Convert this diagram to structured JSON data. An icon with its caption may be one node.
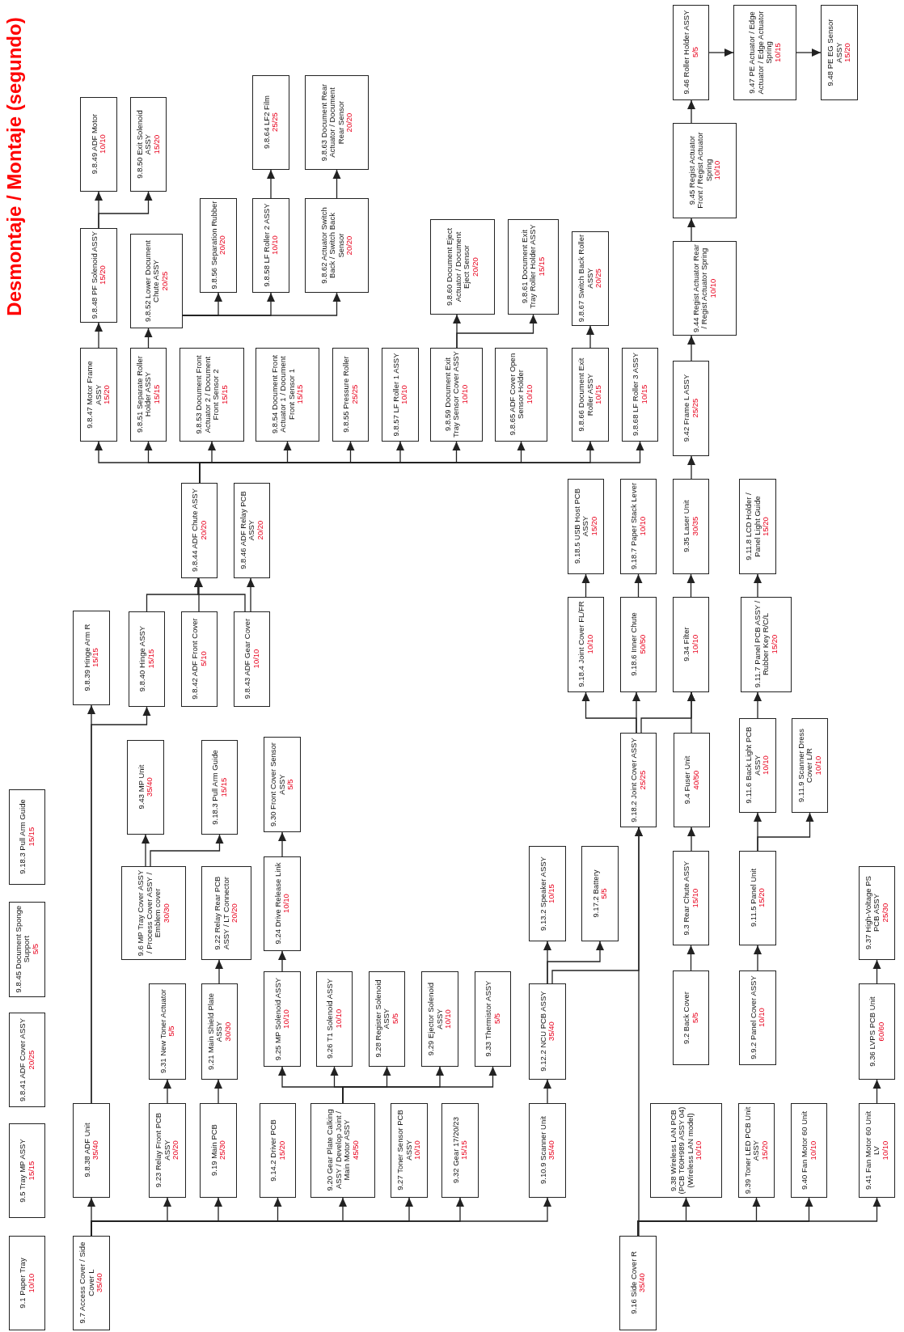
{
  "diagram": {
    "title": "Desmontaje / Montaje (segundo)",
    "nodes": [
      {
        "text": [
          "9.8.49 ADF Motor",
          "10/10"
        ]
      },
      {
        "text": [
          "9.8.50 Exit Solenoid ASSY",
          "15/20"
        ]
      },
      {
        "text": [
          "9.8.64 LF2 Film",
          "25/25"
        ]
      },
      {
        "text": [
          "9.8.63 Document Rear Actuator / Document Rear Sensor",
          "20/20"
        ]
      },
      {
        "text": [
          "9.46 Roller Holder ASSY",
          "5/5"
        ]
      },
      {
        "text": [
          "9.47 PE Actuator / Edge Actuator / Edge Actuator Spring",
          "10/15"
        ]
      },
      {
        "text": [
          "9.48 PE EG Sensor ASSY",
          "15/20"
        ]
      },
      {
        "text": [
          "9.45 Regist Actuator Front / Regist Actuator Spring",
          "10/10"
        ]
      },
      {
        "text": [
          "9.8.48 PF Solenoid ASSY",
          "15/20"
        ]
      },
      {
        "text": [
          "9.8.52 Lower Document Chute ASSY",
          "20/25"
        ]
      },
      {
        "text": [
          "9.8.56 Separation Rubber",
          "20/20"
        ]
      },
      {
        "text": [
          "9.8.58 LF Roller 2 ASSY",
          "10/10"
        ]
      },
      {
        "text": [
          "9.8.62 Actuator Switch Back / Switch Back Sensor",
          "20/20"
        ]
      },
      {
        "text": [
          "9.8.60 Document Eject Actuator / Document Eject Sensor",
          "20/20"
        ]
      },
      {
        "text": [
          "9.8.61 Document Exit Tray Roller Holder ASSY",
          "15/15"
        ]
      },
      {
        "text": [
          "9.8.67 Switch Back Roller ASSY",
          "20/25"
        ]
      },
      {
        "text": [
          "9.44 Regist Actuator Rear / Regist Actuator Spring",
          "10/10"
        ]
      },
      {
        "text": [
          "9.8.47 Motor Frame ASSY",
          "15/20"
        ]
      },
      {
        "text": [
          "9.8.51 Separate Roller Holder ASSY",
          "15/15"
        ]
      },
      {
        "text": [
          "9.8.53 Document Front Actuator 2 / Document Front Sensor 2",
          "15/15"
        ]
      },
      {
        "text": [
          "9.8.54 Document Front Actuator 1 / Document Front Sensor 1",
          "15/15"
        ]
      },
      {
        "text": [
          "9.8.55 Pressure Roller",
          "25/25"
        ]
      },
      {
        "text": [
          "9.8.57 LF Roller 1 ASSY",
          "10/10"
        ]
      },
      {
        "text": [
          "9.8.59 Document Exit Tray Sensor Cover ASSY",
          "10/10"
        ]
      },
      {
        "text": [
          "9.8.65 ADF Cover Open Sensor Holder",
          "10/10"
        ]
      },
      {
        "text": [
          "9.8.66 Document Exit Roller ASSY",
          "10/15"
        ]
      },
      {
        "text": [
          "9.8.68 LF Roller 3 ASSY",
          "10/15"
        ]
      },
      {
        "text": [
          "9.42 Frame L ASSY",
          "25/25"
        ]
      },
      {
        "text": [
          "9.8.44 ADF Chute ASSY",
          "20/20"
        ]
      },
      {
        "text": [
          "9.8.46 ADF Relay PCB ASSY",
          "20/20"
        ]
      },
      {
        "text": [
          "9.18.5 USB Host PCB ASSY",
          "15/20"
        ]
      },
      {
        "text": [
          "9.18.7 Paper Stack Lever",
          "10/10"
        ]
      },
      {
        "text": [
          "9.35 Laser Unit",
          "30/35"
        ]
      },
      {
        "text": [
          "9.11.8 LCD Holder / Panel Light Guide",
          "15/20"
        ]
      },
      {
        "text": [
          "9.8.39 Hinge Arm R",
          "15/15"
        ]
      },
      {
        "text": [
          "9.8.40 Hinge ASSY",
          "15/15"
        ]
      },
      {
        "text": [
          "9.8.42 ADF Front Cover",
          "5/10"
        ]
      },
      {
        "text": [
          "9.8.43 ADF Gear Cover",
          "10/10"
        ]
      },
      {
        "text": [
          "9.18.4 Joint Cover FL/FR",
          "10/10"
        ]
      },
      {
        "text": [
          "9.18.6 Inner Chute",
          "50/50"
        ]
      },
      {
        "text": [
          "9.34 Filter",
          "10/10"
        ]
      },
      {
        "text": [
          "9.11.7 Panel PCB ASSY / Rubber Key R/C/L",
          "15/20"
        ]
      },
      {
        "text": [
          "9.43 MP Unit",
          "35/40"
        ]
      },
      {
        "text": [
          "9.18.3 Pull Arm Guide",
          "15/15"
        ]
      },
      {
        "text": [
          "9.30 Front Cover Sensor ASSY",
          "5/5"
        ]
      },
      {
        "text": [
          "9.18.2 Joint Cover ASSY",
          "25/25"
        ]
      },
      {
        "text": [
          "9.4 Fuser Unit",
          "40/50"
        ]
      },
      {
        "text": [
          "9.11.6 Back Light PCB ASSY",
          "10/10"
        ]
      },
      {
        "text": [
          "9.11.9 Scanner Dress Cover L/R",
          "10/10"
        ]
      },
      {
        "text": [
          "9.18.3 Pull Arm Guide",
          "15/15"
        ]
      },
      {
        "text": [
          "9.13.2 Speaker ASSY",
          "10/15"
        ]
      },
      {
        "text": [
          "9.17.2 Battery",
          "5/5"
        ]
      },
      {
        "text": [
          "9.3 Rear Chute ASSY",
          "15/10"
        ]
      },
      {
        "text": [
          "9.11.5 Panel Unit",
          "15/20"
        ]
      },
      {
        "text": [
          "9.6 MP Tray Cover ASSY / Process Cover ASSY / Emblem cover",
          "30/30"
        ]
      },
      {
        "text": [
          "9.22 Relay Rear PCB ASSY / LT Connector",
          "20/20"
        ]
      },
      {
        "text": [
          "9.24 Drive Release Link",
          "10/10"
        ]
      },
      {
        "text": [
          "9.37 High-Voltage PS PCB ASSY",
          "25/30"
        ]
      },
      {
        "text": [
          "9.8.45 Document Sponge Support",
          "5/5"
        ]
      },
      {
        "text": [
          "9.31 New Toner Actuator",
          "5/5"
        ]
      },
      {
        "text": [
          "9.21 Main Shield Plate ASSY",
          "30/30"
        ]
      },
      {
        "text": [
          "9.25 MP Solenoid ASSY",
          "10/10"
        ]
      },
      {
        "text": [
          "9.26 T1 Solenoid ASSY",
          "10/10"
        ]
      },
      {
        "text": [
          "9.28 Register Solenoid ASSY",
          "5/5"
        ]
      },
      {
        "text": [
          "9.29 Ejector Solenoid ASSY",
          "10/10"
        ]
      },
      {
        "text": [
          "9.33 Thermistor ASSY",
          "5/5"
        ]
      },
      {
        "text": [
          "9.12.2 NCU PCB ASSY",
          "35/40"
        ]
      },
      {
        "text": [
          "9.2 Back Cover",
          "5/5"
        ]
      },
      {
        "text": [
          "9.9.2 Panel Cover ASSY",
          "10/10"
        ]
      },
      {
        "text": [
          "9.36 LVPS PCB Unit",
          "60/60"
        ]
      },
      {
        "text": [
          "9.8.41 ADF Cover ASSY",
          "20/25"
        ]
      },
      {
        "text": [
          "9.5 Tray MP ASSY",
          "15/15"
        ]
      },
      {
        "text": [
          "9.8.38 ADF Unit",
          "35/40"
        ]
      },
      {
        "text": [
          "9.23 Relay Front PCB ASSY",
          "20/20"
        ]
      },
      {
        "text": [
          "9.19 Main PCB",
          "25/30"
        ]
      },
      {
        "text": [
          "9.14.2 Driver PCB",
          "15/20"
        ]
      },
      {
        "text": [
          "9.20 Gear Plate Calking ASSY / Develop Joint / Main Motor ASSY",
          "45/50"
        ]
      },
      {
        "text": [
          "9.27 Toner Sensor PCB ASSY",
          "10/10"
        ]
      },
      {
        "text": [
          "9.32 Gear 17/20/23",
          "15/15"
        ]
      },
      {
        "text": [
          "9.10.9 Scanner Unit",
          "35/40"
        ]
      },
      {
        "text": [
          "9.38 Wireless LAN PCB (PCB T60H989 ASSY 04) (Wireless LAN model)",
          "10/10"
        ]
      },
      {
        "text": [
          "9.39 Toner LED PCB Unit ASSY",
          "15/20"
        ]
      },
      {
        "text": [
          "9.40 Fan Motor 60 Unit",
          "10/10"
        ]
      },
      {
        "text": [
          "9.41 Fan Motor 60 Unit LV",
          "10/10"
        ]
      },
      {
        "text": [
          "9.1 Paper Tray",
          "10/10"
        ]
      },
      {
        "text": [
          "9.7 Access Cover / Side Cover L",
          "35/40"
        ]
      },
      {
        "text": [
          "9.16 Side Cover R",
          "35/40"
        ]
      }
    ],
    "edges": [
      {
        "from": 17,
        "to": 8,
        "arrow": "to"
      },
      {
        "from": 8,
        "to": 0,
        "arrow": "to"
      },
      {
        "from": 8,
        "to": 1,
        "arrow": "to"
      },
      {
        "from": 18,
        "to": 9,
        "arrow": "to"
      },
      {
        "from": 9,
        "to": 10,
        "arrow": "to"
      },
      {
        "from": 9,
        "to": 11,
        "arrow": "to"
      },
      {
        "from": 9,
        "to": 12,
        "arrow": "to"
      },
      {
        "from": 11,
        "to": 2,
        "arrow": "to"
      },
      {
        "from": 12,
        "to": 3,
        "arrow": "to"
      },
      {
        "from": 23,
        "to": 13,
        "arrow": "to"
      },
      {
        "from": 23,
        "to": 14,
        "arrow": "to"
      },
      {
        "from": 25,
        "to": 15,
        "arrow": "to"
      },
      {
        "from": 28,
        "to": 17,
        "arrow": "to"
      },
      {
        "from": 28,
        "to": 18,
        "arrow": "to"
      },
      {
        "from": 28,
        "to": 19,
        "arrow": "to"
      },
      {
        "from": 28,
        "to": 20,
        "arrow": "to"
      },
      {
        "from": 28,
        "to": 21,
        "arrow": "to"
      },
      {
        "from": 28,
        "to": 22,
        "arrow": "to"
      },
      {
        "from": 28,
        "to": 23,
        "arrow": "to"
      },
      {
        "from": 28,
        "to": 24,
        "arrow": "to"
      },
      {
        "from": 28,
        "to": 25,
        "arrow": "to"
      },
      {
        "from": 28,
        "to": 26,
        "arrow": "to"
      },
      {
        "from": 35,
        "to": 28,
        "arrow": "to"
      },
      {
        "from": 36,
        "to": 28,
        "arrow": "to"
      },
      {
        "from": 37,
        "to": 28,
        "arrow": "to"
      },
      {
        "from": 37,
        "to": 29,
        "arrow": "to"
      },
      {
        "from": 72,
        "to": 34,
        "arrow": "to"
      },
      {
        "from": 72,
        "to": 35,
        "arrow": "to"
      },
      {
        "from": 54,
        "to": 42,
        "arrow": "to"
      },
      {
        "from": 54,
        "to": 43,
        "arrow": "to"
      },
      {
        "from": 73,
        "to": 59,
        "arrow": "to"
      },
      {
        "from": 74,
        "to": 60,
        "arrow": "to"
      },
      {
        "from": 60,
        "to": 55,
        "arrow": "to"
      },
      {
        "from": 61,
        "to": 56,
        "arrow": "to"
      },
      {
        "from": 56,
        "to": 44,
        "arrow": "to"
      },
      {
        "from": 76,
        "to": 61,
        "arrow": "to"
      },
      {
        "from": 76,
        "to": 62,
        "arrow": "to"
      },
      {
        "from": 76,
        "to": 63,
        "arrow": "to"
      },
      {
        "from": 76,
        "to": 64,
        "arrow": "to"
      },
      {
        "from": 76,
        "to": 65,
        "arrow": "to"
      },
      {
        "from": 85,
        "to": 72,
        "arrow": "to"
      },
      {
        "from": 85,
        "to": 73,
        "arrow": "to"
      },
      {
        "from": 85,
        "to": 74,
        "arrow": "to"
      },
      {
        "from": 85,
        "to": 75,
        "arrow": "to"
      },
      {
        "from": 85,
        "to": 76,
        "arrow": "to"
      },
      {
        "from": 85,
        "to": 77,
        "arrow": "to"
      },
      {
        "from": 85,
        "to": 78,
        "arrow": "to"
      },
      {
        "from": 85,
        "to": 79,
        "arrow": "to"
      },
      {
        "from": 79,
        "to": 66,
        "arrow": "to"
      },
      {
        "from": 66,
        "to": 50,
        "arrow": "to"
      },
      {
        "from": 66,
        "to": 51,
        "arrow": "to"
      },
      {
        "from": 66,
        "to": 45,
        "arrow": "to"
      },
      {
        "from": 86,
        "to": 45,
        "arrow": "to"
      },
      {
        "from": 86,
        "to": 80,
        "arrow": "to"
      },
      {
        "from": 86,
        "to": 81,
        "arrow": "to"
      },
      {
        "from": 86,
        "to": 82,
        "arrow": "to"
      },
      {
        "from": 86,
        "to": 83,
        "arrow": "to"
      },
      {
        "from": 83,
        "to": 69,
        "arrow": "to"
      },
      {
        "from": 69,
        "to": 57,
        "arrow": "to"
      },
      {
        "from": 67,
        "to": 52,
        "arrow": "to"
      },
      {
        "from": 52,
        "to": 46,
        "arrow": "to"
      },
      {
        "from": 46,
        "to": 40,
        "arrow": "to"
      },
      {
        "from": 45,
        "to": 38,
        "arrow": "to"
      },
      {
        "from": 45,
        "to": 39,
        "arrow": "to"
      },
      {
        "from": 45,
        "to": 40,
        "arrow": "to"
      },
      {
        "from": 38,
        "to": 30,
        "arrow": "to"
      },
      {
        "from": 39,
        "to": 31,
        "arrow": "to"
      },
      {
        "from": 40,
        "to": 32,
        "arrow": "to"
      },
      {
        "from": 32,
        "to": 27,
        "arrow": "to"
      },
      {
        "from": 27,
        "to": 16,
        "arrow": "to"
      },
      {
        "from": 16,
        "to": 7,
        "arrow": "to"
      },
      {
        "from": 7,
        "to": 4,
        "arrow": "to"
      },
      {
        "from": 4,
        "to": 5,
        "arrow": "to"
      },
      {
        "from": 5,
        "to": 6,
        "arrow": "to"
      },
      {
        "from": 68,
        "to": 53,
        "arrow": "to"
      },
      {
        "from": 53,
        "to": 47,
        "arrow": "to"
      },
      {
        "from": 53,
        "to": 48,
        "arrow": "to"
      },
      {
        "from": 47,
        "to": 41,
        "arrow": "to"
      },
      {
        "from": 41,
        "to": 33,
        "arrow": "to"
      }
    ]
  }
}
